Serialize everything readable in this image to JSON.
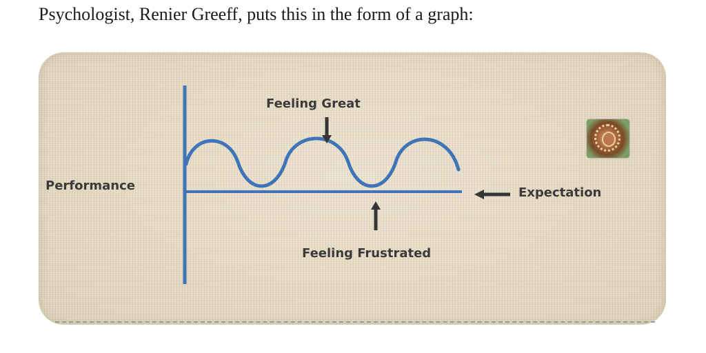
{
  "intro_text": "Psychologist, Renier Greeff, puts this in the form of a graph:",
  "diagram": {
    "y_axis_label": "Performance",
    "peak_label": "Feeling Great",
    "trough_label": "Feeling Frustrated",
    "baseline_label": "Expectation",
    "line_color": "#3f74b8",
    "arrow_color": "#353535"
  },
  "emblem": {
    "icon": "brain-emblem-icon"
  }
}
